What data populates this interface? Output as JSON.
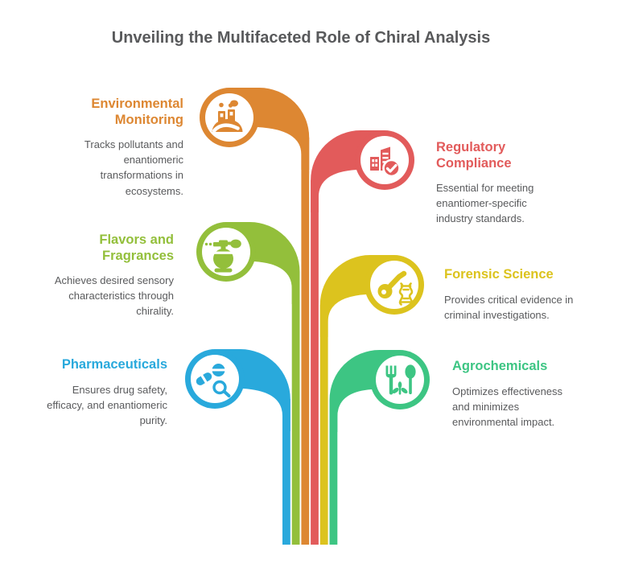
{
  "title": "Unveiling the Multifaceted Role of Chiral Analysis",
  "title_color": "#58595B",
  "description_color": "#595A5C",
  "background_color": "#FFFFFF",
  "branches": [
    {
      "heading": "Environmental\nMonitoring",
      "description": "Tracks pollutants and\nenantiomeric\ntransformations in\necosystems.",
      "color": "#DD8732",
      "icon": "factory-emissions-icon",
      "side": "left"
    },
    {
      "heading": "Regulatory\nCompliance",
      "description": "Essential for meeting\nenantiomer-specific\nindustry standards.",
      "color": "#E25B5B",
      "icon": "building-check-icon",
      "side": "right"
    },
    {
      "heading": "Flavors and\nFragrances",
      "description": "Achieves desired sensory\ncharacteristics through\nchirality.",
      "color": "#93BF3B",
      "icon": "perfume-atomizer-icon",
      "side": "left"
    },
    {
      "heading": "Forensic Science",
      "description": "Provides critical evidence in\ncriminal investigations.",
      "color": "#DCC31E",
      "icon": "magnifier-dna-icon",
      "side": "right"
    },
    {
      "heading": "Pharmaceuticals",
      "description": "Ensures drug safety,\nefficacy, and enantiomeric\npurity.",
      "color": "#29A9DC",
      "icon": "pills-magnifier-icon",
      "side": "left"
    },
    {
      "heading": "Agrochemicals",
      "description": "Optimizes effectiveness\nand minimizes\nenvironmental impact.",
      "color": "#3DC583",
      "icon": "fork-spoon-plant-icon",
      "side": "right"
    }
  ]
}
